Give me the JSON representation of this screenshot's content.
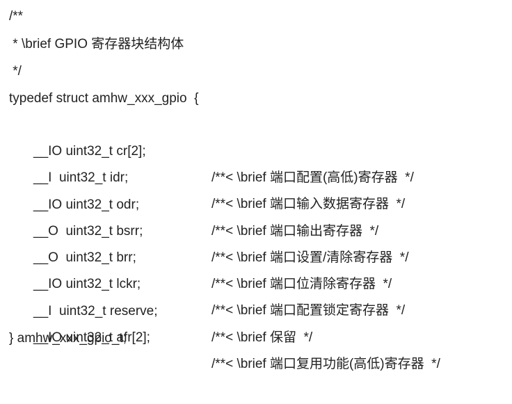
{
  "header": {
    "open": "/**",
    "brief": " * \\brief GPIO 寄存器块结构体",
    "close": " */"
  },
  "struct_open": "typedef struct amhw_xxx_gpio  {",
  "members": [
    {
      "decl": "__IO uint32_t cr[2];",
      "comment": "/**< \\brief 端口配置(高低)寄存器  */"
    },
    {
      "decl": "__I  uint32_t idr;",
      "comment": "/**< \\brief 端口输入数据寄存器  */"
    },
    {
      "decl": "__IO uint32_t odr;",
      "comment": "/**< \\brief 端口输出寄存器  */"
    },
    {
      "decl": "__O  uint32_t bsrr;",
      "comment": "/**< \\brief 端口设置/清除寄存器  */"
    },
    {
      "decl": "__O  uint32_t brr;",
      "comment": "/**< \\brief 端口位清除寄存器  */"
    },
    {
      "decl": "__IO uint32_t lckr;",
      "comment": "/**< \\brief 端口配置锁定寄存器  */"
    },
    {
      "decl": "__I  uint32_t reserve;",
      "comment": "/**< \\brief 保留  */"
    },
    {
      "decl": "__IO uint32_t afr[2];",
      "comment": "/**< \\brief 端口复用功能(高低)寄存器  */"
    }
  ],
  "struct_close": "} amhw_xxx_gpio_t;"
}
